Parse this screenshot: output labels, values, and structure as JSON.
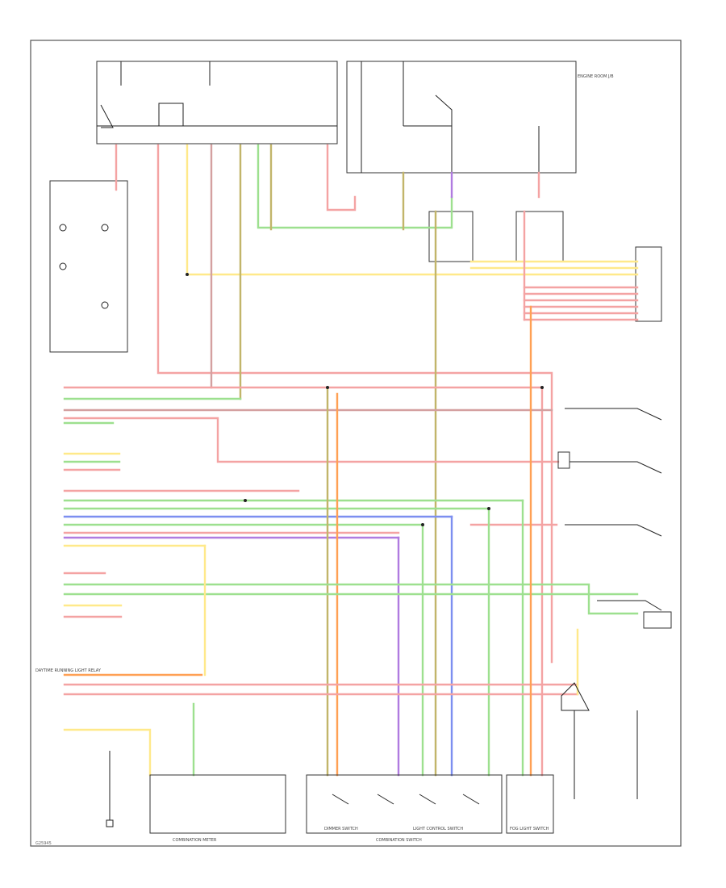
{
  "diagram": {
    "corner_label": "G25945",
    "labels": {
      "footer_left": "COMBINATION METER",
      "footer_mid": "COMBINATION SWITCH",
      "sw_dimmer": "DIMMER SWITCH",
      "sw_light": "LIGHT CONTROL SWITCH",
      "sw_fog": "FOG LIGHT SWITCH",
      "conn_left": "DAYTIME RUNNING LIGHT RELAY",
      "conn_right": "ENGINE ROOM J/B"
    }
  }
}
